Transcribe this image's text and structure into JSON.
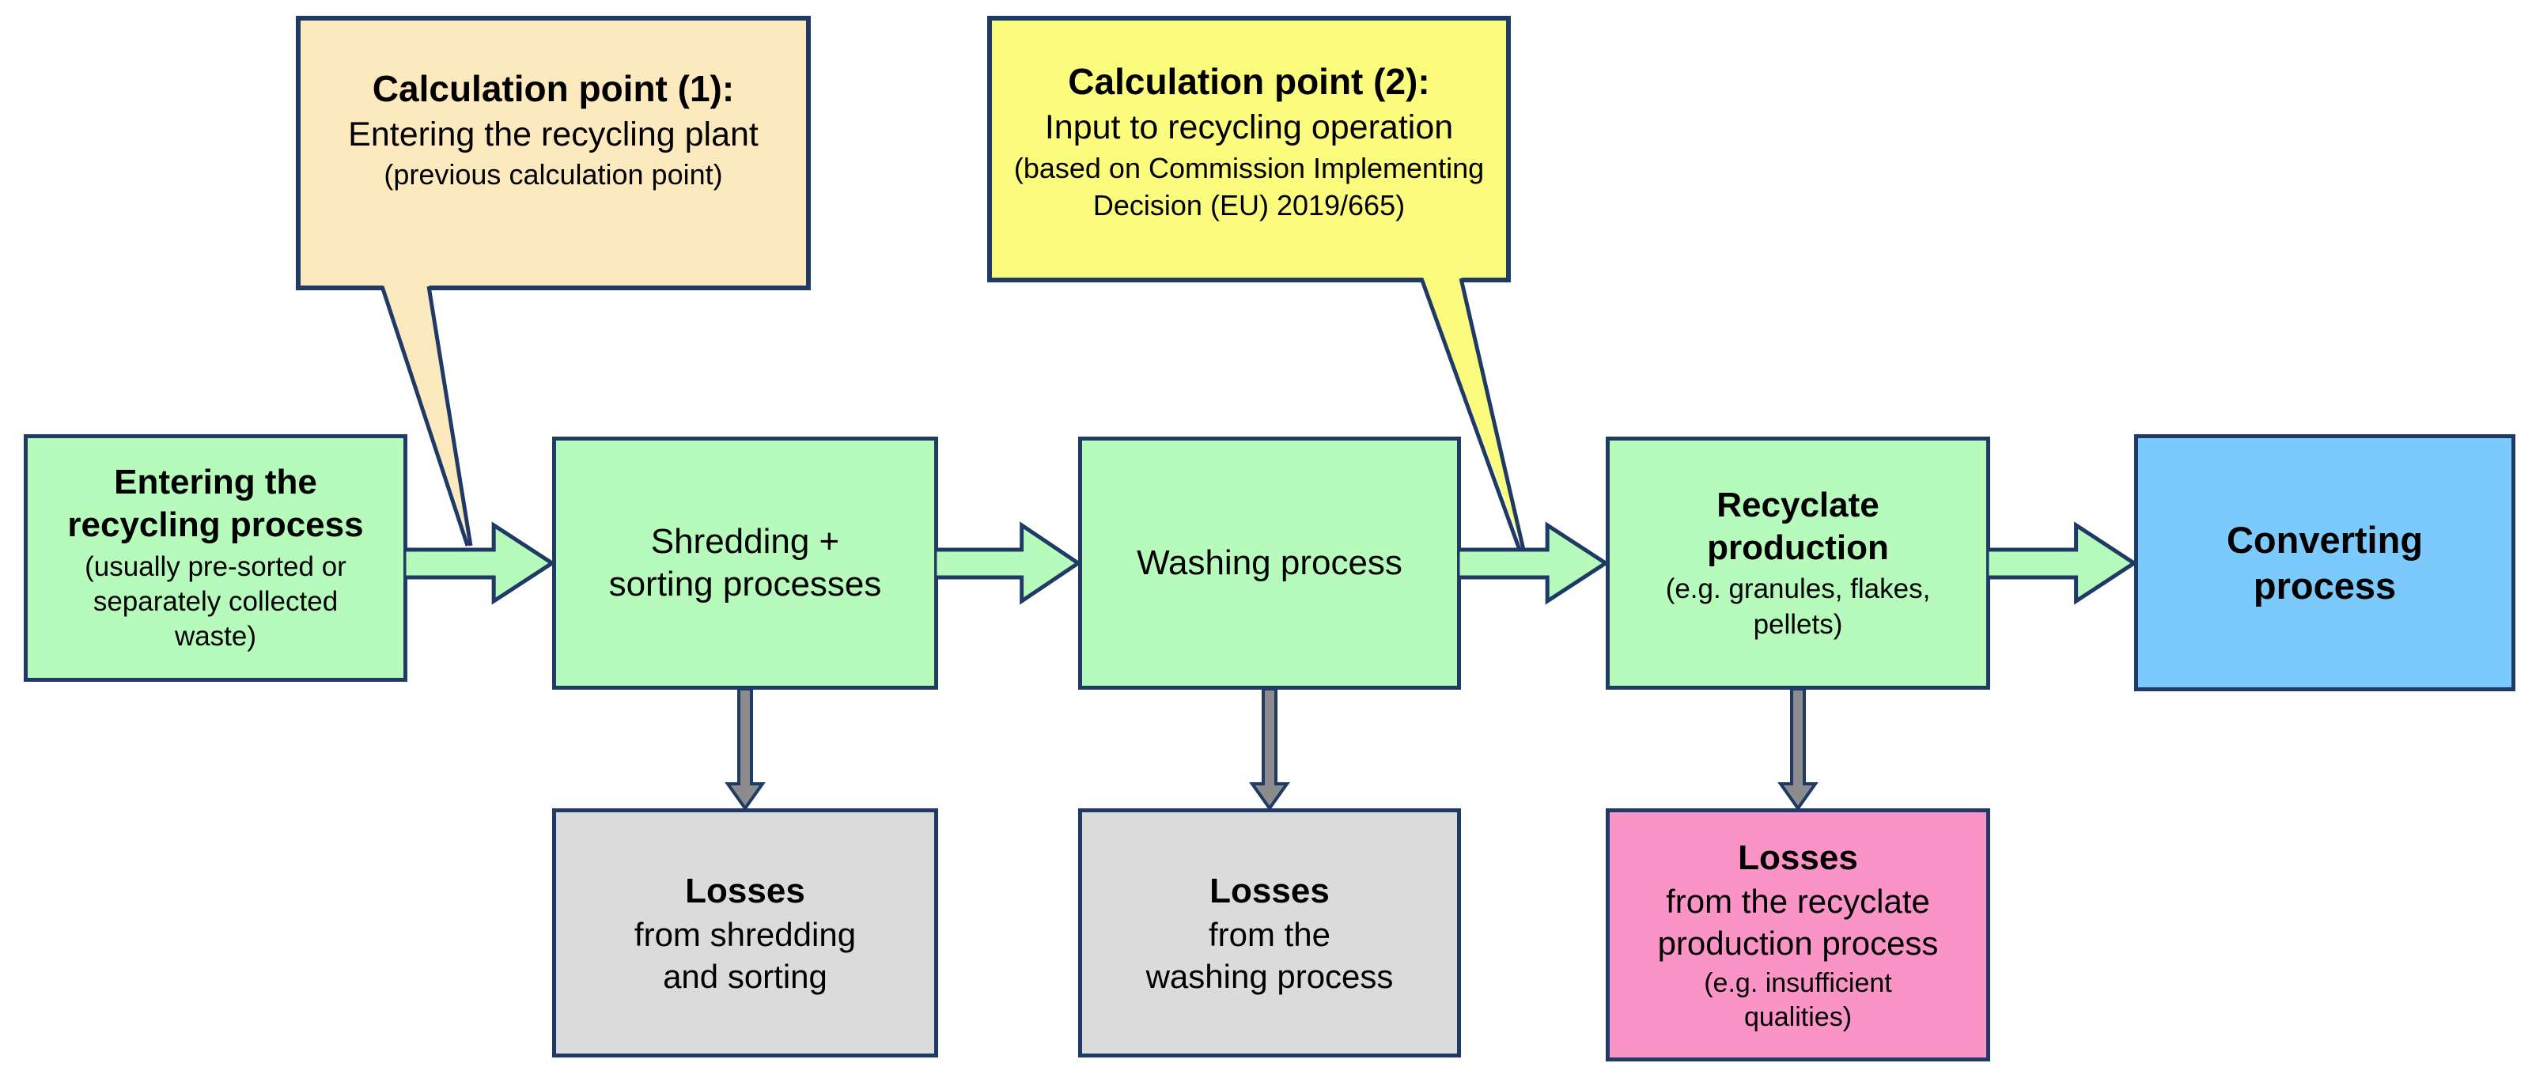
{
  "diagram": {
    "background": "#FFFFFF",
    "colors": {
      "border": "#1F3A64",
      "process_green": "#B6FABC",
      "converting_blue": "#7CC9FB",
      "losses_gray": "#DBDBDB",
      "losses_pink": "#FA94C7",
      "callout_peach": "#FDE9BE",
      "callout_yellow": "#FBFC7D",
      "arrow_gray": "#8C8C8C",
      "text": "#000000"
    },
    "callouts": [
      {
        "title": "Calculation point (1):",
        "line": "Entering the recycling plant",
        "note": "(previous calculation point)",
        "bg": "#FDE9BE"
      },
      {
        "title": "Calculation point (2):",
        "line": "Input to recycling operation",
        "note": "(based on Commission Implementing\nDecision (EU) 2019/665)",
        "bg": "#FBFC7D"
      }
    ],
    "process_boxes": [
      {
        "title": "Entering the\nrecycling process",
        "subtitle": "(usually pre-sorted or\nseparately collected\nwaste)",
        "bg": "#B6FABC"
      },
      {
        "title": "Shredding +\nsorting processes",
        "subtitle": "",
        "bg": "#B6FABC"
      },
      {
        "title": "Washing process",
        "subtitle": "",
        "bg": "#B6FABC"
      },
      {
        "title": "Recyclate\nproduction",
        "subtitle": "(e.g. granules, flakes,\npellets)",
        "bg": "#B6FABC"
      },
      {
        "title": "Converting\nprocess",
        "subtitle": "",
        "bg": "#7CC9FB"
      }
    ],
    "loss_boxes": [
      {
        "title": "Losses",
        "body": "from shredding\nand sorting",
        "note": "",
        "bg": "#DBDBDB"
      },
      {
        "title": "Losses",
        "body": "from the\nwashing process",
        "note": "",
        "bg": "#DBDBDB"
      },
      {
        "title": "Losses",
        "body": "from the recyclate\nproduction process",
        "note": "(e.g. insufficient\nqualities)",
        "bg": "#FA94C7"
      }
    ]
  }
}
